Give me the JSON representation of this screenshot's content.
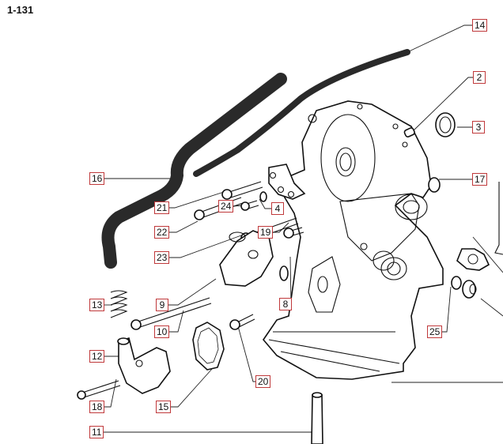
{
  "page": {
    "reference": "1-131"
  },
  "diagram": {
    "title": "Exploded parts view — timing cover / water pump housing assembly",
    "label_border_color": "#c0393b",
    "callouts": [
      {
        "id": "14",
        "label": "14"
      },
      {
        "id": "2",
        "label": "2"
      },
      {
        "id": "3",
        "label": "3"
      },
      {
        "id": "16",
        "label": "16"
      },
      {
        "id": "17",
        "label": "17"
      },
      {
        "id": "24",
        "label": "24"
      },
      {
        "id": "4",
        "label": "4"
      },
      {
        "id": "21",
        "label": "21"
      },
      {
        "id": "22",
        "label": "22"
      },
      {
        "id": "19",
        "label": "19"
      },
      {
        "id": "23",
        "label": "23"
      },
      {
        "id": "13",
        "label": "13"
      },
      {
        "id": "9",
        "label": "9"
      },
      {
        "id": "8",
        "label": "8"
      },
      {
        "id": "10",
        "label": "10"
      },
      {
        "id": "25",
        "label": "25"
      },
      {
        "id": "12",
        "label": "12"
      },
      {
        "id": "20",
        "label": "20"
      },
      {
        "id": "18",
        "label": "18"
      },
      {
        "id": "15",
        "label": "15"
      },
      {
        "id": "11",
        "label": "11"
      }
    ]
  }
}
